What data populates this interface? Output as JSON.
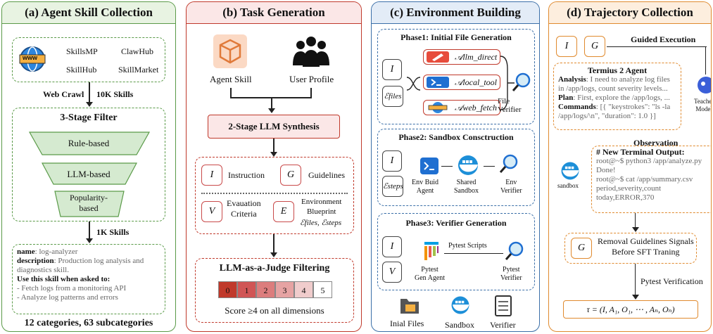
{
  "panel_a": {
    "title": "(a) Agent Skill Collection",
    "sources": [
      "SkillsMP",
      "ClawHub",
      "SkillHub",
      "SkillMarket"
    ],
    "web_icon_text": "www",
    "crawl_label": "Web Crawl",
    "skills_10k": "10K Skills",
    "filter_title": "3-Stage Filter",
    "filters": [
      "Rule-based",
      "LLM-based",
      "Popularity-\nbased"
    ],
    "skills_1k": "1K Skills",
    "skill_card": {
      "name_key": "name",
      "name_val": ": log-analyzer",
      "desc_key": "description",
      "desc_val": ": Production log analysis and diagnostics skill.",
      "use_heading": "Use this skill when asked to:",
      "bullets": [
        "- Fetch logs from a monitoring API",
        "- Analyze log patterns and errors"
      ]
    },
    "footer": "12 categories, 63 subcategories"
  },
  "panel_b": {
    "title": "(b) Task Generation",
    "agent_skill": "Agent Skill",
    "user_profile": "User Profile",
    "synthesis": "2-Stage LLM Synthesis",
    "instruction_sym": "I",
    "instruction": "Instruction",
    "guidelines_sym": "G",
    "guidelines": "Guidelines",
    "criteria_sym": "V",
    "criteria": "Evauation\nCriteria",
    "env_sym": "E",
    "env": "Environment\nBlueprint",
    "env_sub": "ℰfiles, ℰsteps",
    "judge_title": "LLM-as-a-Judge Filtering",
    "scores": [
      "0",
      "1",
      "2",
      "3",
      "4",
      "5"
    ],
    "score_colors": [
      "#c0392b",
      "#d05555",
      "#dc7d7d",
      "#e6a3a3",
      "#f0cccc",
      "#ffffff"
    ],
    "score_caption": "Score ≥4 on all dimensions"
  },
  "panel_c": {
    "title": "(c) Environment Building",
    "phase1": "Phase1: Initial File Generation",
    "p1_in1": "I",
    "p1_in2": "ℰfiles",
    "tools": [
      "𝒜llm_direct",
      "𝒜local_tool",
      "𝒜web_fetch"
    ],
    "file_verifier": "File Verifier",
    "phase2": "Phase2: Sandbox Consctruction",
    "p2_in1": "I",
    "p2_in2": "ℰsteps",
    "env_build": "Env Buid\nAgent",
    "shared_sandbox": "Shared\nSandbox",
    "env_verifier": "Env\nVerifier",
    "phase3": "Phase3: Verifier Generation",
    "p3_in1": "I",
    "p3_in2": "V",
    "pytest_gen": "Pytest\nGen Agent",
    "pytest_scripts": "Pytest Scripts",
    "pytest_verifier": "Pytest\nVerifier",
    "outputs": [
      "Inial Files",
      "Sandbox",
      "Verifier"
    ]
  },
  "panel_d": {
    "title": "(d) Trajectory Collection",
    "i_sym": "I",
    "g_sym": "G",
    "guided": "Guided Execution",
    "agent_title": "Termius 2 Agent",
    "analysis_key": "Analysis",
    "analysis_val": ": I need to analyze log files in /app/logs, count severity levels...",
    "plan_key": "Plan",
    "plan_val": ": First, explore the /app/logs, ...",
    "commands_key": "Commands",
    "commands_val": ": [{ \"keystrokes\": \"ls -la /app/logs/\\n\", \"duration\": 1.0 }]",
    "teacher": "Teacher\nModel",
    "observation": "Observation",
    "obs_heading": "# New Terminal Output:",
    "obs_lines": [
      "root@~$ python3 /app/analyze.py",
      "Done!",
      "root@~$ cat /app/summary.csv",
      "period,severity,count",
      "today,ERROR,370"
    ],
    "sandbox": "sandbox",
    "removal": "Removal Guidelines Signals\nBefore SFT Traning",
    "pytest_verification": "Pytest Verification",
    "formula": "τ = (I, A₁, O₁, ⋯ , Aₙ, Oₙ)"
  },
  "colors": {
    "green": "#5a9a48",
    "green_bg": "#e8f3e2",
    "red": "#c0392b",
    "red_bg": "#fbe7e7",
    "blue": "#3b6fa8",
    "blue_bg": "#e3ecf7",
    "orange": "#e08a2e",
    "orange_bg": "#fdeede",
    "teal_fill": "#d5ead0"
  }
}
